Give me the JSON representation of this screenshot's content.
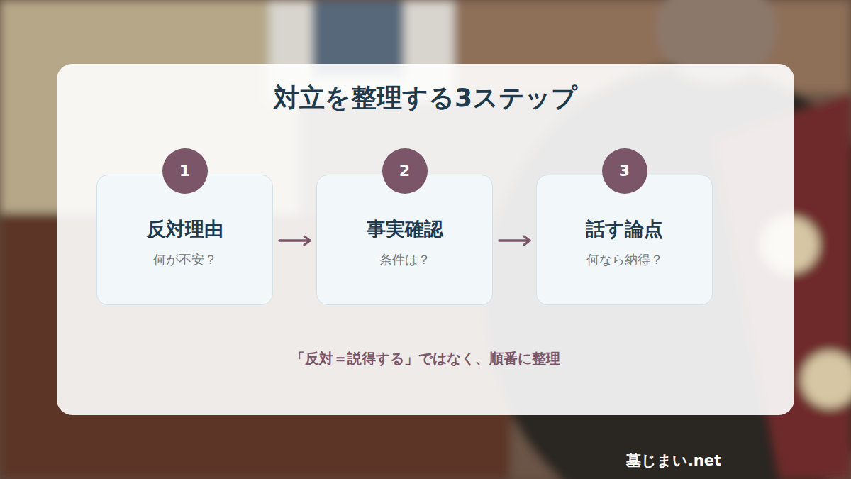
{
  "diagram": {
    "title": "対立を整理する3ステップ",
    "nodes": [
      {
        "text": [
          "反対理由",
          "何が不安？"
        ]
      },
      {
        "text": [
          "1"
        ],
        "in": 0
      },
      {
        "text": [
          "事実確認",
          "条件は？"
        ]
      },
      {
        "text": [
          "2"
        ],
        "in": 2
      },
      {
        "text": [
          "話す論点",
          "何なら納得？"
        ]
      },
      {
        "text": [
          "3"
        ],
        "in": 4
      }
    ],
    "edges": [
      {
        "from": 0,
        "to": 2,
        "arrow": "to"
      },
      {
        "from": 2,
        "to": 4,
        "arrow": "to"
      }
    ],
    "labels": [
      "「反対＝説得する」ではなく、順番に整理",
      "墓じまい.net"
    ]
  }
}
